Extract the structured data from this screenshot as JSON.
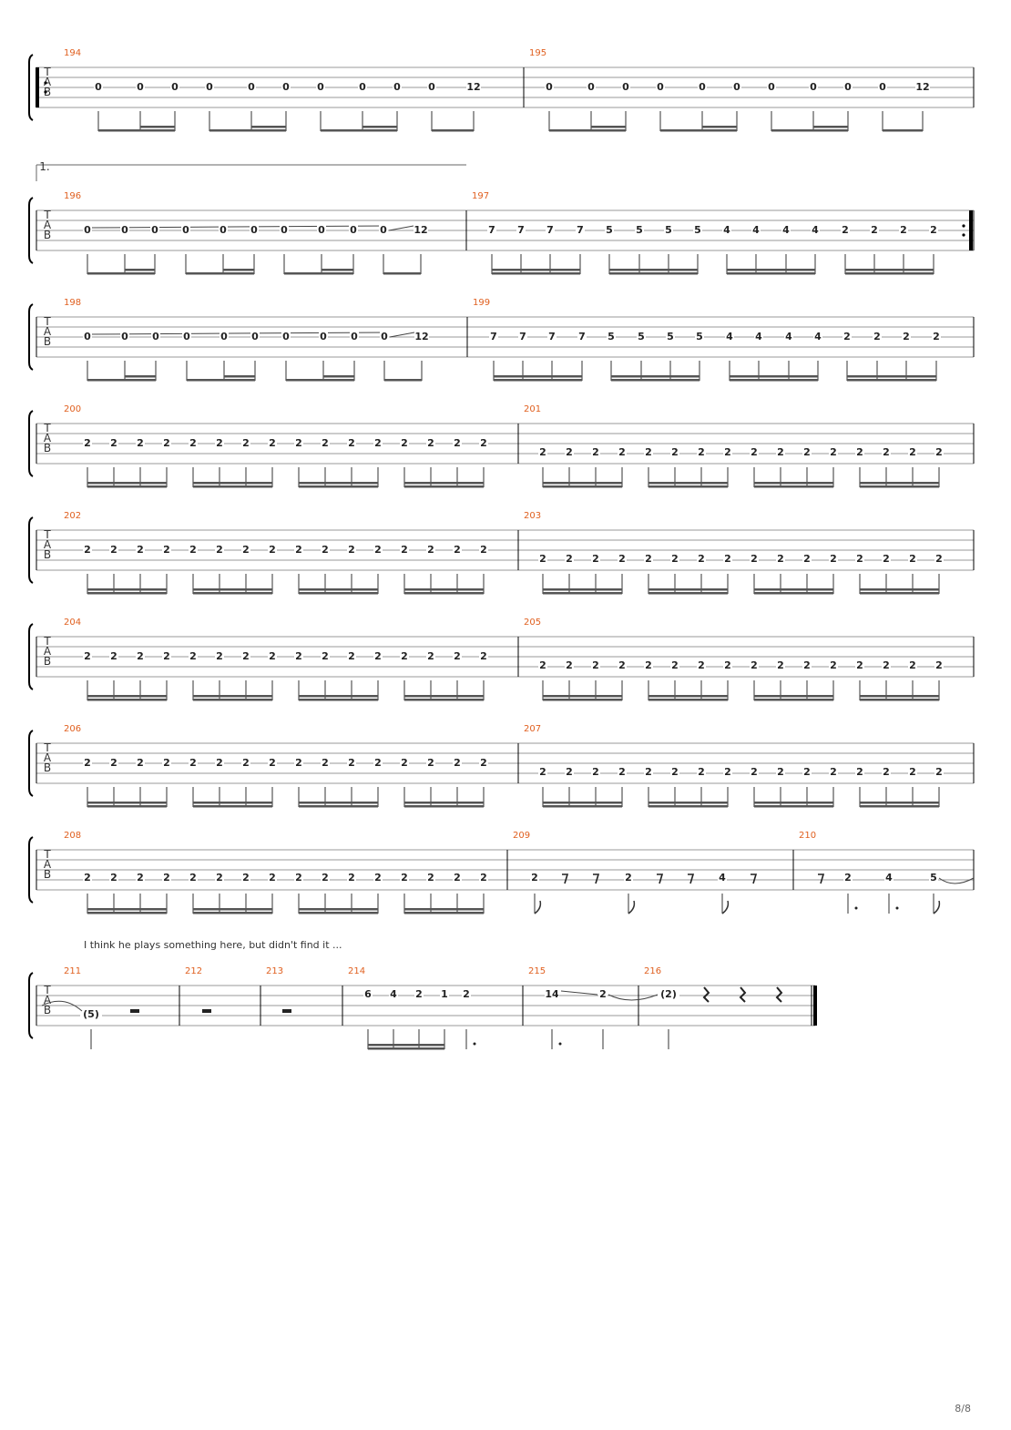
{
  "page": {
    "number": "8/8",
    "comment": "I think he plays something here, but didn't find it ...",
    "volta": "1.",
    "clef": [
      "T",
      "A",
      "B"
    ]
  },
  "colors": {
    "measure_number": "#e06020",
    "line": "#000000",
    "staff_line": "#999999",
    "beam": "#555555"
  },
  "systems": [
    {
      "id": "s1",
      "measures": [
        {
          "n": "194",
          "repeat_start": true,
          "notes": [
            "0",
            "0",
            "0",
            "0",
            "0",
            "0",
            "0",
            "0",
            "0",
            "0",
            "12"
          ],
          "beams": [
            [
              0,
              2,
              "8-16"
            ],
            [
              3,
              5,
              "8-16"
            ],
            [
              6,
              8,
              "8-16"
            ],
            [
              9,
              10,
              "8"
            ]
          ]
        },
        {
          "n": "195",
          "notes": [
            "0",
            "0",
            "0",
            "0",
            "0",
            "0",
            "0",
            "0",
            "0",
            "0",
            "12"
          ],
          "beams": [
            [
              0,
              2,
              "8-16"
            ],
            [
              3,
              5,
              "8-16"
            ],
            [
              6,
              8,
              "8-16"
            ],
            [
              9,
              10,
              "8"
            ]
          ]
        }
      ]
    },
    {
      "id": "s2",
      "measures": [
        {
          "n": "196",
          "notes": [
            "0",
            "0",
            "0",
            "0",
            "0",
            "0",
            "0",
            "0",
            "0",
            "0",
            "12"
          ],
          "slide_all": true,
          "beams": [
            [
              0,
              2,
              "8-16"
            ],
            [
              3,
              5,
              "8-16"
            ],
            [
              6,
              8,
              "8-16"
            ],
            [
              9,
              10,
              "8"
            ]
          ]
        },
        {
          "n": "197",
          "repeat_end": true,
          "notes": [
            "7",
            "7",
            "7",
            "7",
            "5",
            "5",
            "5",
            "5",
            "4",
            "4",
            "4",
            "4",
            "2",
            "2",
            "2",
            "2"
          ],
          "beams": [
            [
              0,
              3,
              "16"
            ],
            [
              4,
              7,
              "16"
            ],
            [
              8,
              11,
              "16"
            ],
            [
              12,
              15,
              "16"
            ]
          ]
        }
      ]
    },
    {
      "id": "s3",
      "measures": [
        {
          "n": "198",
          "notes": [
            "0",
            "0",
            "0",
            "0",
            "0",
            "0",
            "0",
            "0",
            "0",
            "0",
            "12"
          ],
          "slide_all": true,
          "beams": [
            [
              0,
              2,
              "8-16"
            ],
            [
              3,
              5,
              "8-16"
            ],
            [
              6,
              8,
              "8-16"
            ],
            [
              9,
              10,
              "8"
            ]
          ]
        },
        {
          "n": "199",
          "notes": [
            "7",
            "7",
            "7",
            "7",
            "5",
            "5",
            "5",
            "5",
            "4",
            "4",
            "4",
            "4",
            "2",
            "2",
            "2",
            "2"
          ],
          "beams": [
            [
              0,
              3,
              "16"
            ],
            [
              4,
              7,
              "16"
            ],
            [
              8,
              11,
              "16"
            ],
            [
              12,
              15,
              "16"
            ]
          ]
        }
      ]
    },
    {
      "id": "s4",
      "measures": [
        {
          "n": "200",
          "notes": [
            "2",
            "2",
            "2",
            "2",
            "2",
            "2",
            "2",
            "2",
            "2",
            "2",
            "2",
            "2",
            "2",
            "2",
            "2",
            "2"
          ],
          "beams": [
            [
              0,
              3,
              "16"
            ],
            [
              4,
              7,
              "16"
            ],
            [
              8,
              11,
              "16"
            ],
            [
              12,
              15,
              "16"
            ]
          ]
        },
        {
          "n": "201",
          "notes": [
            "2",
            "2",
            "2",
            "2",
            "2",
            "2",
            "2",
            "2",
            "2",
            "2",
            "2",
            "2",
            "2",
            "2",
            "2",
            "2"
          ],
          "beams": [
            [
              0,
              3,
              "16"
            ],
            [
              4,
              7,
              "16"
            ],
            [
              8,
              11,
              "16"
            ],
            [
              12,
              15,
              "16"
            ]
          ]
        }
      ]
    },
    {
      "id": "s5",
      "measures": [
        {
          "n": "202",
          "notes": [
            "2",
            "2",
            "2",
            "2",
            "2",
            "2",
            "2",
            "2",
            "2",
            "2",
            "2",
            "2",
            "2",
            "2",
            "2",
            "2"
          ],
          "beams": [
            [
              0,
              3,
              "16"
            ],
            [
              4,
              7,
              "16"
            ],
            [
              8,
              11,
              "16"
            ],
            [
              12,
              15,
              "16"
            ]
          ]
        },
        {
          "n": "203",
          "notes": [
            "2",
            "2",
            "2",
            "2",
            "2",
            "2",
            "2",
            "2",
            "2",
            "2",
            "2",
            "2",
            "2",
            "2",
            "2",
            "2"
          ],
          "beams": [
            [
              0,
              3,
              "16"
            ],
            [
              4,
              7,
              "16"
            ],
            [
              8,
              11,
              "16"
            ],
            [
              12,
              15,
              "16"
            ]
          ]
        }
      ]
    },
    {
      "id": "s6",
      "measures": [
        {
          "n": "204",
          "notes": [
            "2",
            "2",
            "2",
            "2",
            "2",
            "2",
            "2",
            "2",
            "2",
            "2",
            "2",
            "2",
            "2",
            "2",
            "2",
            "2"
          ],
          "beams": [
            [
              0,
              3,
              "16"
            ],
            [
              4,
              7,
              "16"
            ],
            [
              8,
              11,
              "16"
            ],
            [
              12,
              15,
              "16"
            ]
          ]
        },
        {
          "n": "205",
          "notes": [
            "2",
            "2",
            "2",
            "2",
            "2",
            "2",
            "2",
            "2",
            "2",
            "2",
            "2",
            "2",
            "2",
            "2",
            "2",
            "2"
          ],
          "beams": [
            [
              0,
              3,
              "16"
            ],
            [
              4,
              7,
              "16"
            ],
            [
              8,
              11,
              "16"
            ],
            [
              12,
              15,
              "16"
            ]
          ]
        }
      ]
    },
    {
      "id": "s7",
      "measures": [
        {
          "n": "206",
          "notes": [
            "2",
            "2",
            "2",
            "2",
            "2",
            "2",
            "2",
            "2",
            "2",
            "2",
            "2",
            "2",
            "2",
            "2",
            "2",
            "2"
          ],
          "beams": [
            [
              0,
              3,
              "16"
            ],
            [
              4,
              7,
              "16"
            ],
            [
              8,
              11,
              "16"
            ],
            [
              12,
              15,
              "16"
            ]
          ]
        },
        {
          "n": "207",
          "notes": [
            "2",
            "2",
            "2",
            "2",
            "2",
            "2",
            "2",
            "2",
            "2",
            "2",
            "2",
            "2",
            "2",
            "2",
            "2",
            "2"
          ],
          "beams": [
            [
              0,
              3,
              "16"
            ],
            [
              4,
              7,
              "16"
            ],
            [
              8,
              11,
              "16"
            ],
            [
              12,
              15,
              "16"
            ]
          ]
        }
      ]
    },
    {
      "id": "s8",
      "measures": [
        {
          "n": "208",
          "notes": [
            "2",
            "2",
            "2",
            "2",
            "2",
            "2",
            "2",
            "2",
            "2",
            "2",
            "2",
            "2",
            "2",
            "2",
            "2",
            "2"
          ],
          "beams": [
            [
              0,
              3,
              "16"
            ],
            [
              4,
              7,
              "16"
            ],
            [
              8,
              11,
              "16"
            ],
            [
              12,
              15,
              "16"
            ]
          ]
        },
        {
          "n": "209",
          "notes": [
            "2",
            "",
            "",
            "2",
            "",
            "",
            "4",
            ""
          ],
          "rests": [
            "",
            "eighth",
            "eighth",
            "",
            "eighth",
            "eighth",
            "",
            "eighth"
          ],
          "flags": [
            0,
            3,
            6
          ]
        },
        {
          "n": "210",
          "notes": [
            "",
            "2",
            "4",
            "5"
          ],
          "rests": [
            "eighth",
            "",
            "",
            ""
          ],
          "dotted": [
            1,
            2
          ],
          "flags": [
            3
          ],
          "tie_out": 3
        }
      ]
    },
    {
      "id": "s9",
      "measures": [
        {
          "n": "211",
          "notes": [
            "(5)",
            ""
          ],
          "rests": [
            "",
            "half"
          ],
          "tie_in": 0
        },
        {
          "n": "212",
          "notes": [
            ""
          ],
          "rests": [
            "half"
          ]
        },
        {
          "n": "213",
          "notes": [
            ""
          ],
          "rests": [
            "half"
          ]
        },
        {
          "n": "214",
          "notes": [
            "6",
            "4",
            "2",
            "1",
            "2"
          ],
          "beams": [
            [
              0,
              3,
              "16"
            ]
          ],
          "dotted": [
            4
          ]
        },
        {
          "n": "215",
          "notes": [
            "14",
            "2"
          ],
          "slide": [
            0,
            1
          ],
          "dotted": [
            0
          ],
          "tie_out": 1
        },
        {
          "n": "216",
          "notes": [
            "(2)",
            "",
            "",
            ""
          ],
          "rests": [
            "",
            "quarter",
            "quarter",
            "quarter"
          ],
          "tie_in": 0,
          "final": true
        }
      ]
    }
  ]
}
